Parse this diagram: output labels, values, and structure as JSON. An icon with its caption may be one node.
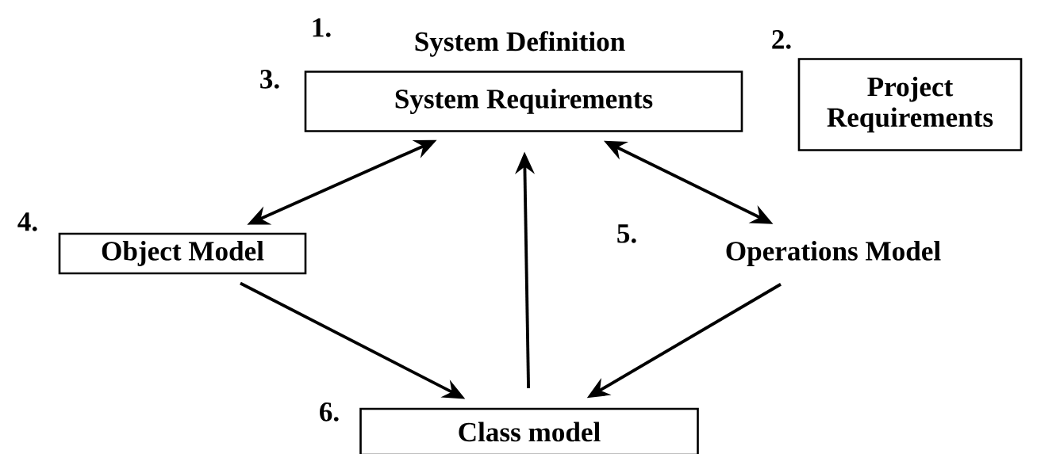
{
  "diagram": {
    "nodes": [
      {
        "text": [
          "System Definition",
          "System Requirements"
        ]
      },
      {
        "text": [
          "Project Requirements"
        ]
      },
      {
        "text": [
          "Object Model"
        ]
      },
      {
        "text": [
          "Operations Model"
        ]
      },
      {
        "text": [
          "Class model"
        ]
      }
    ],
    "edges": [
      {
        "from": 0,
        "to": 2,
        "arrow": "both"
      },
      {
        "from": 0,
        "to": 3,
        "arrow": "both"
      },
      {
        "from": 4,
        "to": 0,
        "arrow": "to"
      },
      {
        "from": 2,
        "to": 4,
        "arrow": "to"
      },
      {
        "from": 3,
        "to": 4,
        "arrow": "to"
      }
    ],
    "labels": [
      "1.",
      "2.",
      "3.",
      "4.",
      "5.",
      "6."
    ]
  }
}
